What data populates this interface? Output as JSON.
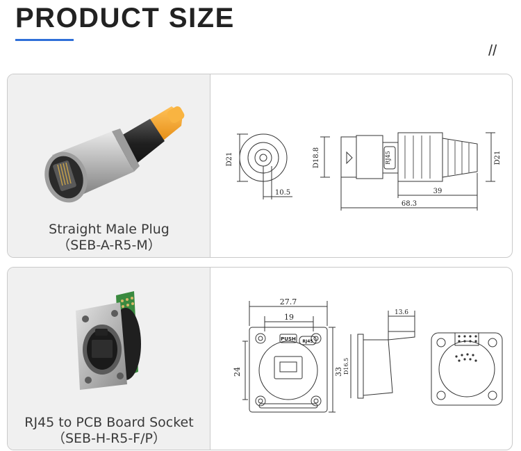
{
  "header": {
    "title": "PRODUCT SIZE",
    "slash": "//"
  },
  "colors": {
    "accent": "#2f6fd8",
    "panel_bg": "#f0f0f0",
    "border": "#c9c9c9",
    "boot_orange": "#f7a52a"
  },
  "products": [
    {
      "name": "Straight Male Plug",
      "model": "（SEB-A-R5-M）",
      "dimensions": {
        "front_diameter": "D21",
        "front_width": "10.5",
        "side_diameter_nose": "D18.8",
        "side_diameter_tail": "D21",
        "body_length": "39",
        "total_length": "68.3",
        "body_label": "RJ45"
      }
    },
    {
      "name": "RJ45 to PCB Board Socket",
      "model": "（SEB-H-R5-F/P）",
      "dimensions": {
        "flange_width": "27.7",
        "inner_width": "19",
        "inner_height": "24",
        "flange_height": "33",
        "side_depth": "13.6",
        "side_label": "D16.5",
        "push_label": "PUSH",
        "jack_label": "RJ45"
      }
    }
  ]
}
